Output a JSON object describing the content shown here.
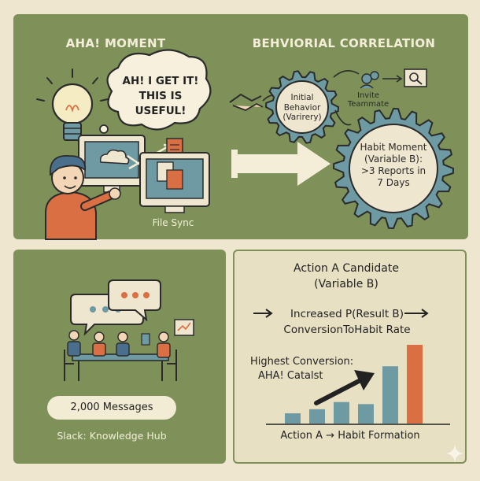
{
  "aha": {
    "header": "AHA! MOMENT",
    "thought_line1": "AH! I GET IT!",
    "thought_line2": "THIS IS USEFUL!",
    "file_sync": "File Sync"
  },
  "behavior": {
    "header": "BEHVIORIAL CORRELATION",
    "initial_line1": "Initial",
    "initial_line2": "Behavior",
    "initial_line3": "(Varirery)",
    "invite_line1": "Invite",
    "invite_line2": "Teammate",
    "habit_line1": "Habit Moment",
    "habit_line2": "(Variable B):",
    "habit_line3": ">3 Reports in",
    "habit_line4": "7 Days"
  },
  "slack": {
    "messages": "2,000 Messages",
    "label": "Slack: Knowledge Hub"
  },
  "action": {
    "title_line1": "Action A Candidate",
    "title_line2": "(Variable B)",
    "prob_line1": "Increased P(Result B)",
    "prob_line2": "ConversionToHabit Rate",
    "highest_line1": "Highest Conversion:",
    "highest_line2": "AHA! Catalst",
    "footer": "Action A → Habit Formation"
  },
  "chart_data": {
    "type": "bar",
    "values": [
      1,
      1.4,
      2.1,
      1.9,
      5.6,
      7.7
    ],
    "colors": [
      "#6e9aa3",
      "#6e9aa3",
      "#6e9aa3",
      "#6e9aa3",
      "#6e9aa3",
      "#d96f42"
    ]
  },
  "colors": {
    "olive": "#7d9159",
    "cream": "#efe6cf",
    "orange": "#d96f42",
    "teal": "#6e9aa3"
  }
}
